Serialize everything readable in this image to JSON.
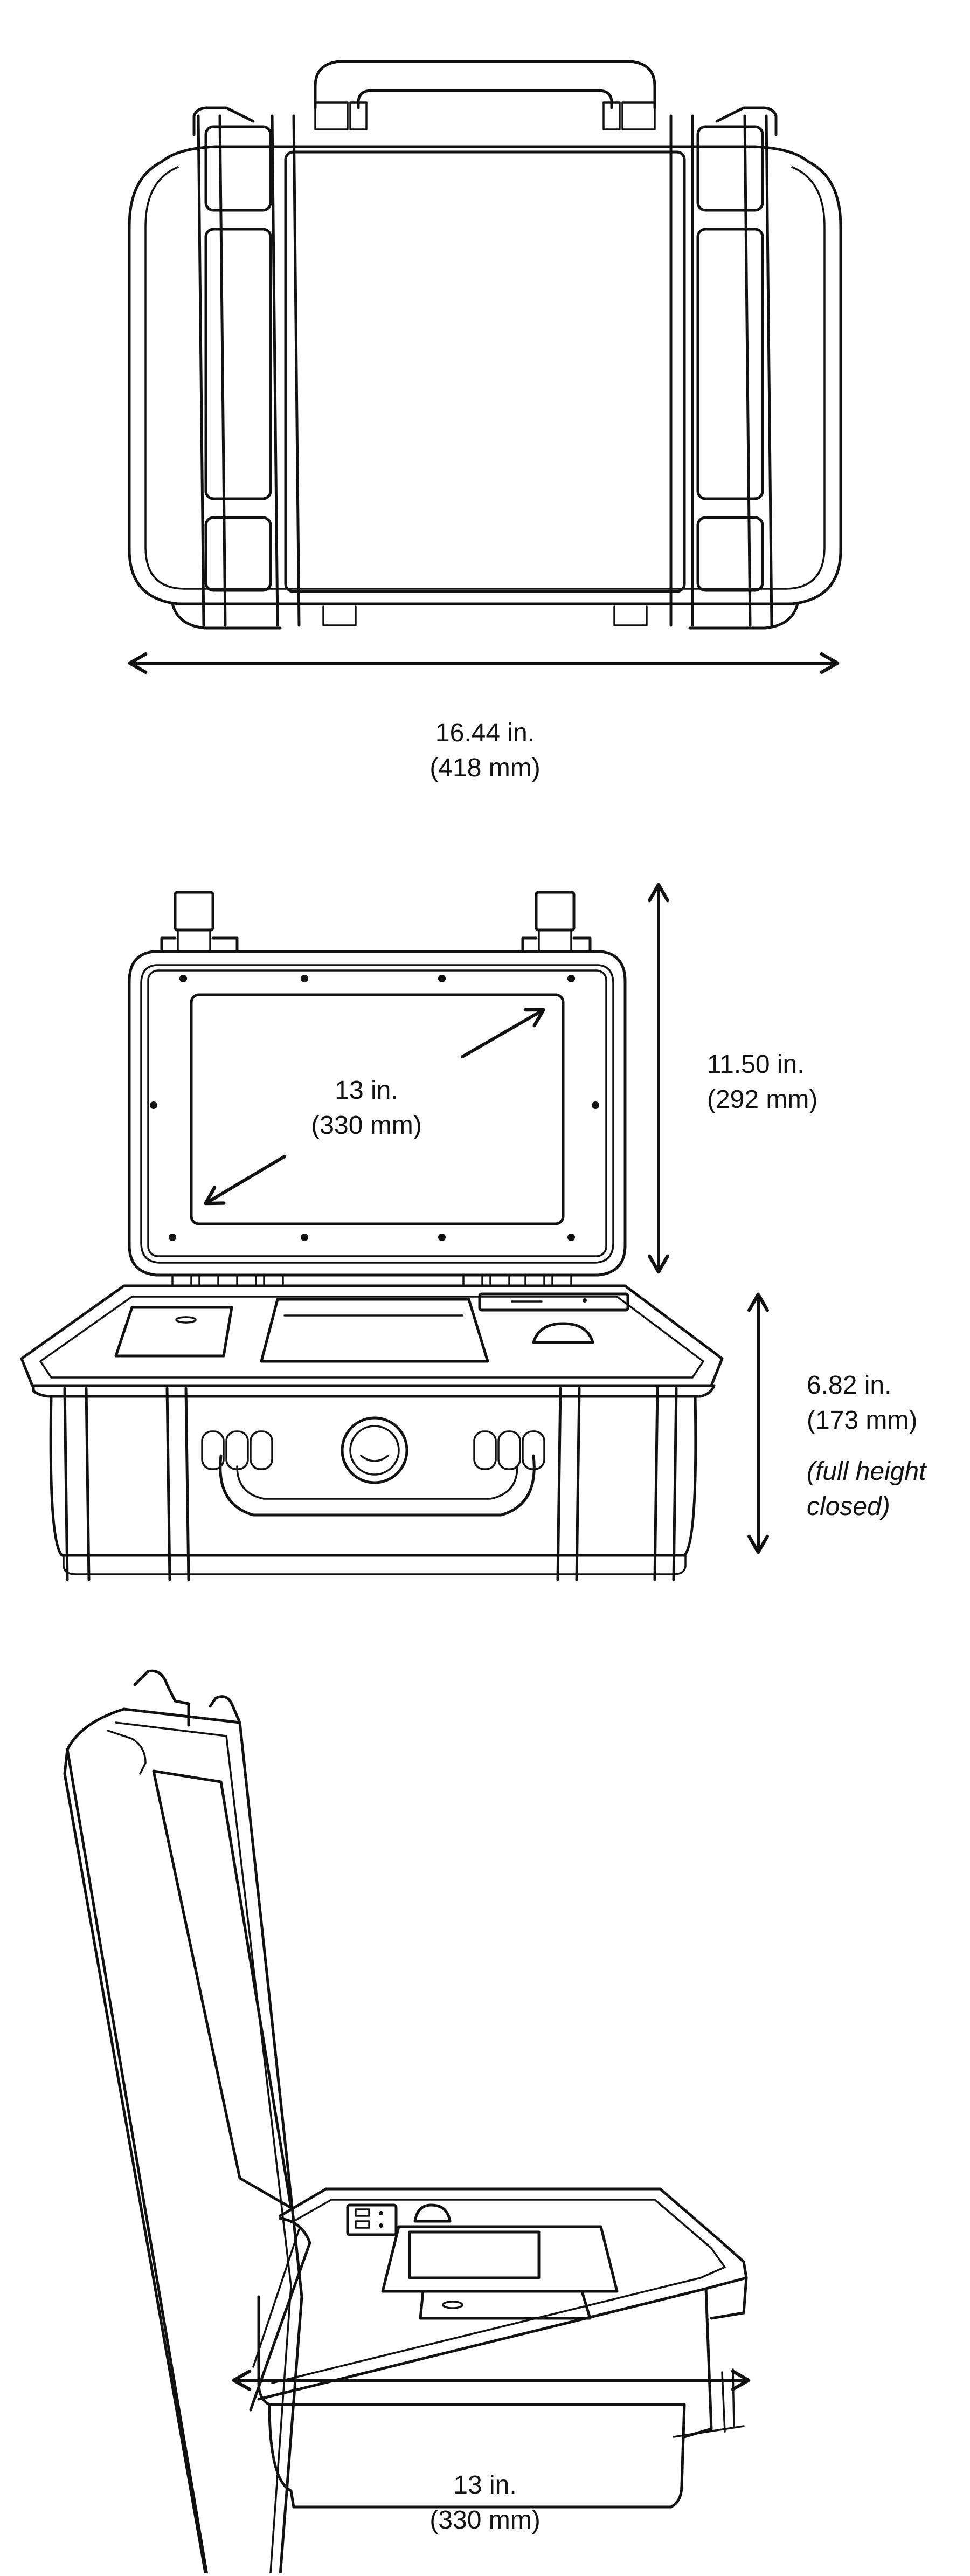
{
  "views": {
    "top": {
      "width_label": "16.44 in.",
      "width_label_mm": "(418 mm)"
    },
    "front_open": {
      "screen_label": "13 in.",
      "screen_label_mm": "(330 mm)",
      "lid_height_label": "11.50 in.",
      "lid_height_label_mm": "(292 mm)",
      "base_height_label": "6.82 in.",
      "base_height_label_mm": "(173 mm)",
      "note_line1": "(full height",
      "note_line2": "closed)"
    },
    "side_open": {
      "depth_label": "13 in.",
      "depth_label_mm": "(330 mm)"
    }
  }
}
